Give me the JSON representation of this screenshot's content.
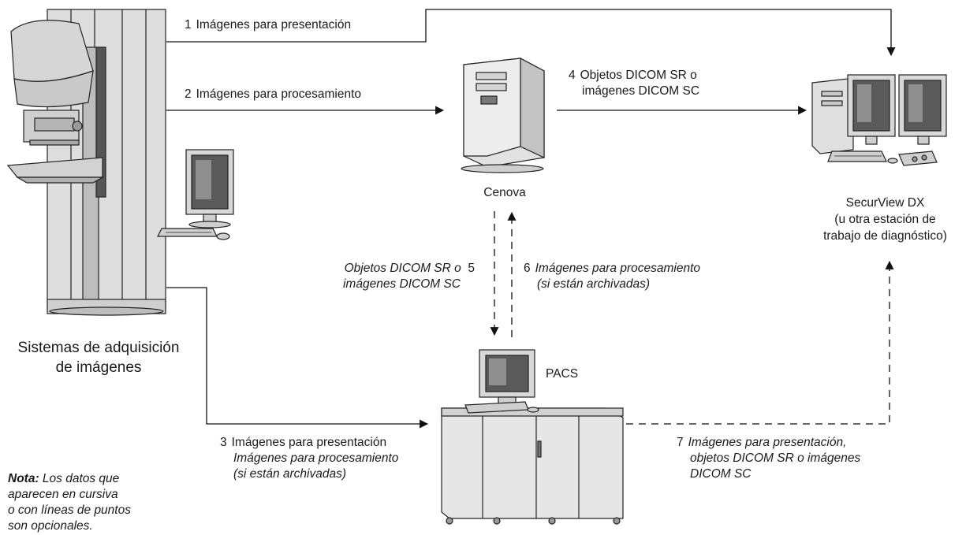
{
  "devices": {
    "acquisition": "Sistemas de adquisición\nde imágenes",
    "cenova": "Cenova",
    "securview": [
      "SecurView DX",
      "(u otra estación de",
      "trabajo de diagnóstico)"
    ],
    "pacs": "PACS"
  },
  "flows": {
    "f1": {
      "num": "1",
      "text": "Imágenes para presentación"
    },
    "f2": {
      "num": "2",
      "text": "Imágenes para procesamiento"
    },
    "f3": {
      "num": "3",
      "line1": "Imágenes para presentación",
      "line2": "Imágenes para procesamiento",
      "line3": "(si están archivadas)"
    },
    "f4": {
      "num": "4",
      "line1": "Objetos DICOM SR o",
      "line2": "imágenes DICOM SC"
    },
    "f5": {
      "num": "5",
      "line1": "Objetos DICOM SR o",
      "line2": "imágenes DICOM SC"
    },
    "f6": {
      "num": "6",
      "line1": "Imágenes para procesamiento",
      "line2": "(si están archivadas)"
    },
    "f7": {
      "num": "7",
      "line1": "Imágenes para presentación,",
      "line2": "objetos DICOM SR o imágenes",
      "line3": "DICOM SC"
    }
  },
  "note": {
    "prefix": "Nota:",
    "text": " Los datos que\naparecen en cursiva\no con líneas de puntos\nson opcionales."
  }
}
